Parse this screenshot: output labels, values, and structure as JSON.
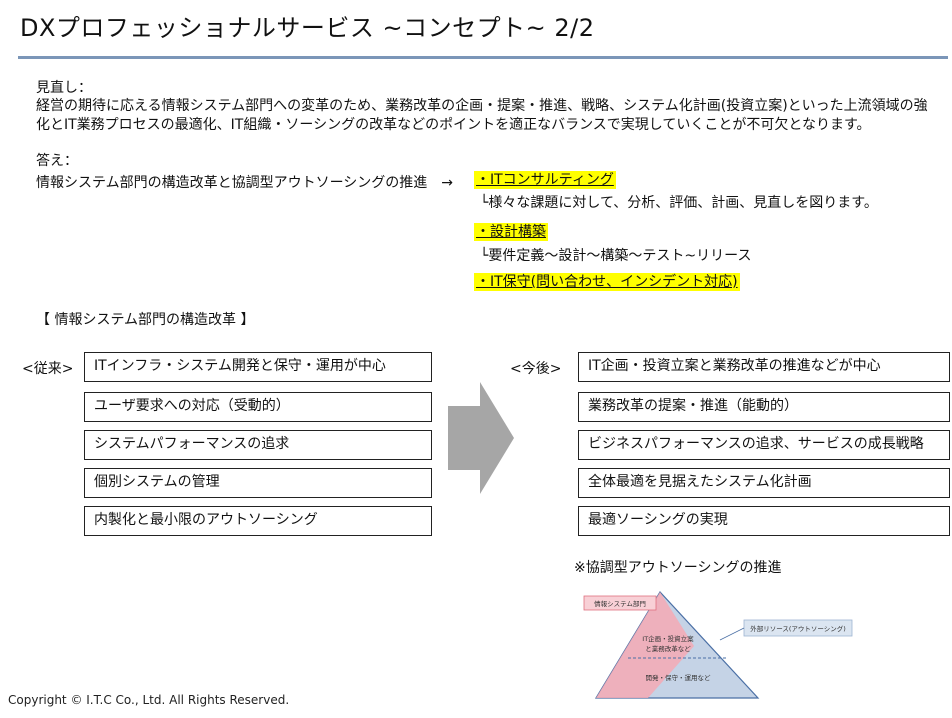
{
  "title": "DXプロフェッショナルサービス ~コンセプト~  2/2",
  "review": {
    "label": "見直し：",
    "text": "経営の期待に応える情報システム部門への変革のため、業務改革の企画・提案・推進、戦略、システム化計画(投資立案)といった上流領域の強化とIT業務プロセスの最適化、IT組織・ソーシングの改革などのポイントを適正なバランスで実現していくことが不可欠となります。"
  },
  "answer": {
    "label": "答え：",
    "statement": "情報システム部門の構造改革と協調型アウトソーシングの推進　→",
    "items": [
      {
        "heading": "・ITコンサルティング",
        "detail": "└様々な課題に対して、分析、評価、計画、見直しを図ります。"
      },
      {
        "heading": "・設計構築",
        "detail": "└要件定義～設計～構築～テスト~リリース"
      },
      {
        "heading": "・IT保守(問い合わせ、インシデント対応)",
        "detail": ""
      }
    ]
  },
  "reform": {
    "section_title": "【 情報システム部門の構造改革 】",
    "before_label": "<従来>",
    "after_label": "<今後>",
    "before": [
      "ITインフラ・システム開発と保守・運用が中心",
      "ユーザ要求への対応（受動的）",
      "システムパフォーマンスの追求",
      "個別システムの管理",
      "内製化と最小限のアウトソーシング"
    ],
    "after": [
      "IT企画・投資立案と業務改革の推進などが中心",
      "業務改革の提案・推進（能動的）",
      "ビジネスパフォーマンスの追求、サービスの成長戦略",
      "全体最適を見据えたシステム化計画",
      "最適ソーシングの実現"
    ]
  },
  "cooperative": {
    "note": "※協調型アウトソーシングの推進",
    "pyramid": {
      "internal_label": "情報システム部門",
      "external_label": "外部リソース(アウトソーシング)",
      "top_text_1": "IT企画・投資立案",
      "top_text_2": "と業務改革など",
      "bottom_text": "開発・保守・運用など"
    }
  },
  "colors": {
    "title_rule": "#7b96b8",
    "highlight": "#ffff00",
    "arrow": "#a6a6a6",
    "pyramid_fill": "#c5d3e6",
    "internal_fill": "#f4a9b4"
  },
  "copyright": "Copyright © I.T.C Co., Ltd. All Rights Reserved."
}
